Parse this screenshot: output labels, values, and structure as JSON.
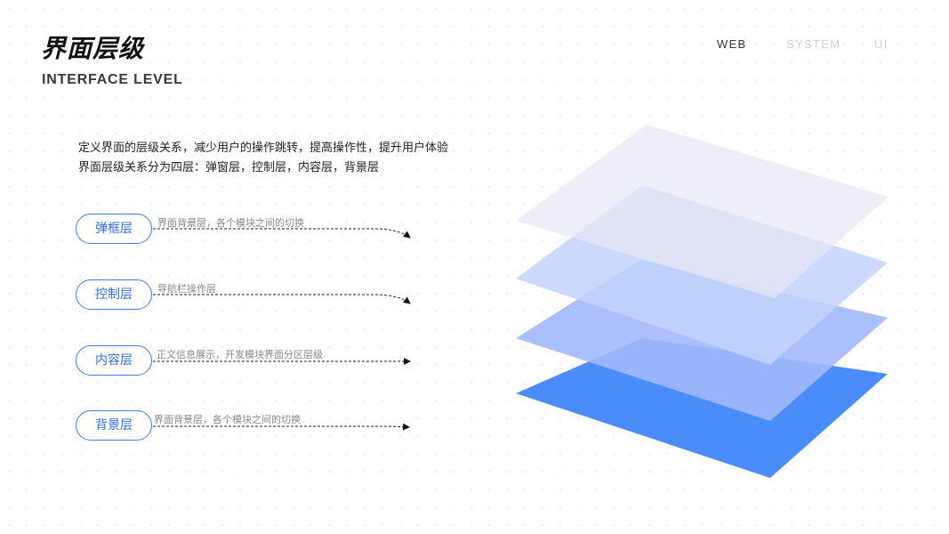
{
  "header": {
    "title": "界面层级",
    "subtitle": "INTERFACE LEVEL",
    "nav": [
      "WEB",
      "SYSTEM",
      "UI"
    ]
  },
  "intro": {
    "line1": "定义界面的层级关系，减少用户的操作跳转，提高操作性，提升用户体验",
    "line2": "界面层级关系分为四层：弹窗层，控制层，内容层，背景层"
  },
  "layers": [
    {
      "name": "弹框层",
      "desc": "界面背景层，各个模块之间的切换"
    },
    {
      "name": "控制层",
      "desc": "导航栏操作层"
    },
    {
      "name": "内容层",
      "desc": "正文信息展示，开发模块界面分区层级"
    },
    {
      "name": "背景层",
      "desc": "界面背景层，各个模块之间的切换"
    }
  ],
  "colors": {
    "accent": "#3d7bf5",
    "layer_top": "#e6e8f5",
    "layer_2": "#c2d2fc",
    "layer_3": "#a1b8fb",
    "layer_bottom": "#4a8cfa"
  }
}
